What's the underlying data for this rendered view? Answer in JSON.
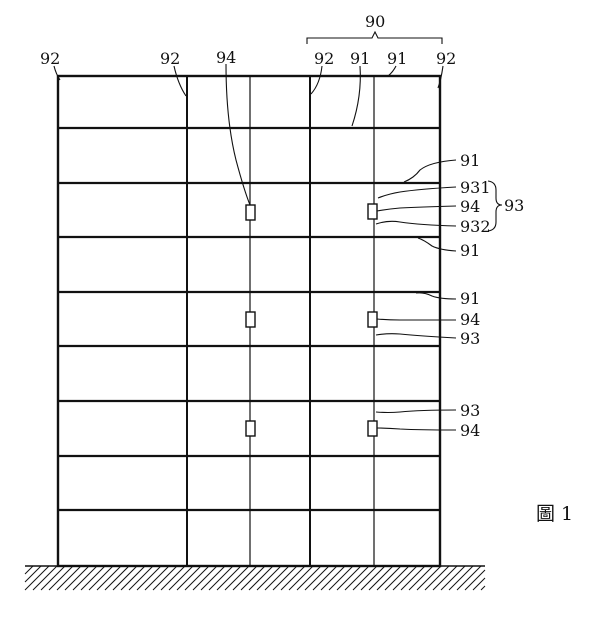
{
  "figure_label": "圖 1",
  "labels": {
    "n90": "90",
    "n92_a": "92",
    "n92_b": "92",
    "n92_c": "92",
    "n92_d": "92",
    "n94_top": "94",
    "n91_top_a": "91",
    "n91_top_b": "91",
    "r91_a": "91",
    "r931": "931",
    "r94_a": "94",
    "r932": "932",
    "r93_group": "93",
    "r91_b": "91",
    "r91_c": "91",
    "r94_b": "94",
    "r93_b": "93",
    "r93_c": "93",
    "r94_c": "94"
  }
}
